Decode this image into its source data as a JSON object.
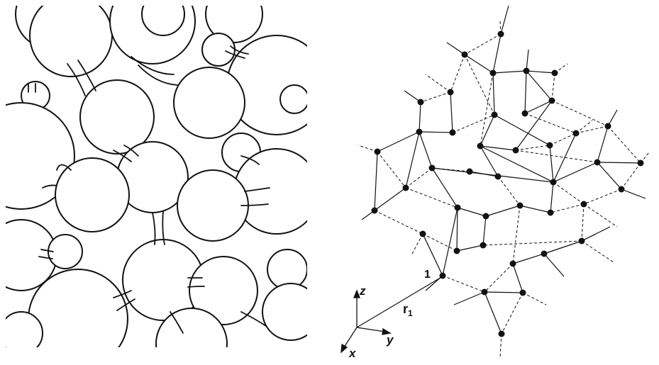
{
  "labels": {
    "node_label": "1",
    "vector_label": "r",
    "vector_subscript": "1",
    "axis_z": "z",
    "axis_y": "y",
    "axis_x": "x"
  },
  "colors": {
    "ink": "#111111",
    "background": "#ffffff"
  }
}
